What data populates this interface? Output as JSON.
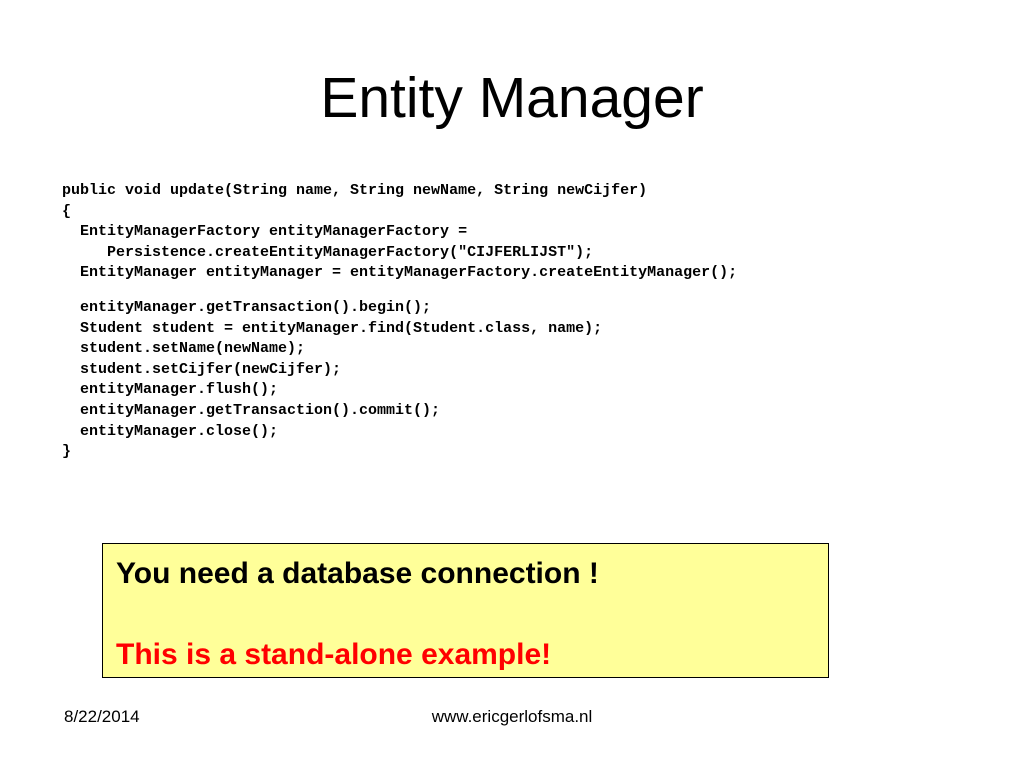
{
  "slide": {
    "title": "Entity Manager",
    "code_lines": [
      "public void update(String name, String newName, String newCijfer)",
      "{",
      "  EntityManagerFactory entityManagerFactory =",
      "     Persistence.createEntityManagerFactory(\"CIJFERLIJST\");",
      "  EntityManager entityManager = entityManagerFactory.createEntityManager();",
      "",
      "  entityManager.getTransaction().begin();",
      "  Student student = entityManager.find(Student.class, name);",
      "  student.setName(newName);",
      "  student.setCijfer(newCijfer);",
      "  entityManager.flush();",
      "  entityManager.getTransaction().commit();",
      "  entityManager.close();",
      "}"
    ],
    "callout": {
      "line1": "You need a database connection !",
      "line2": "This is a stand-alone example!",
      "line1_color": "#000000",
      "line2_color": "#ff0000",
      "background": "#ffff99"
    },
    "footer": {
      "date": "8/22/2014",
      "site": "www.ericgerlofsma.nl"
    }
  }
}
